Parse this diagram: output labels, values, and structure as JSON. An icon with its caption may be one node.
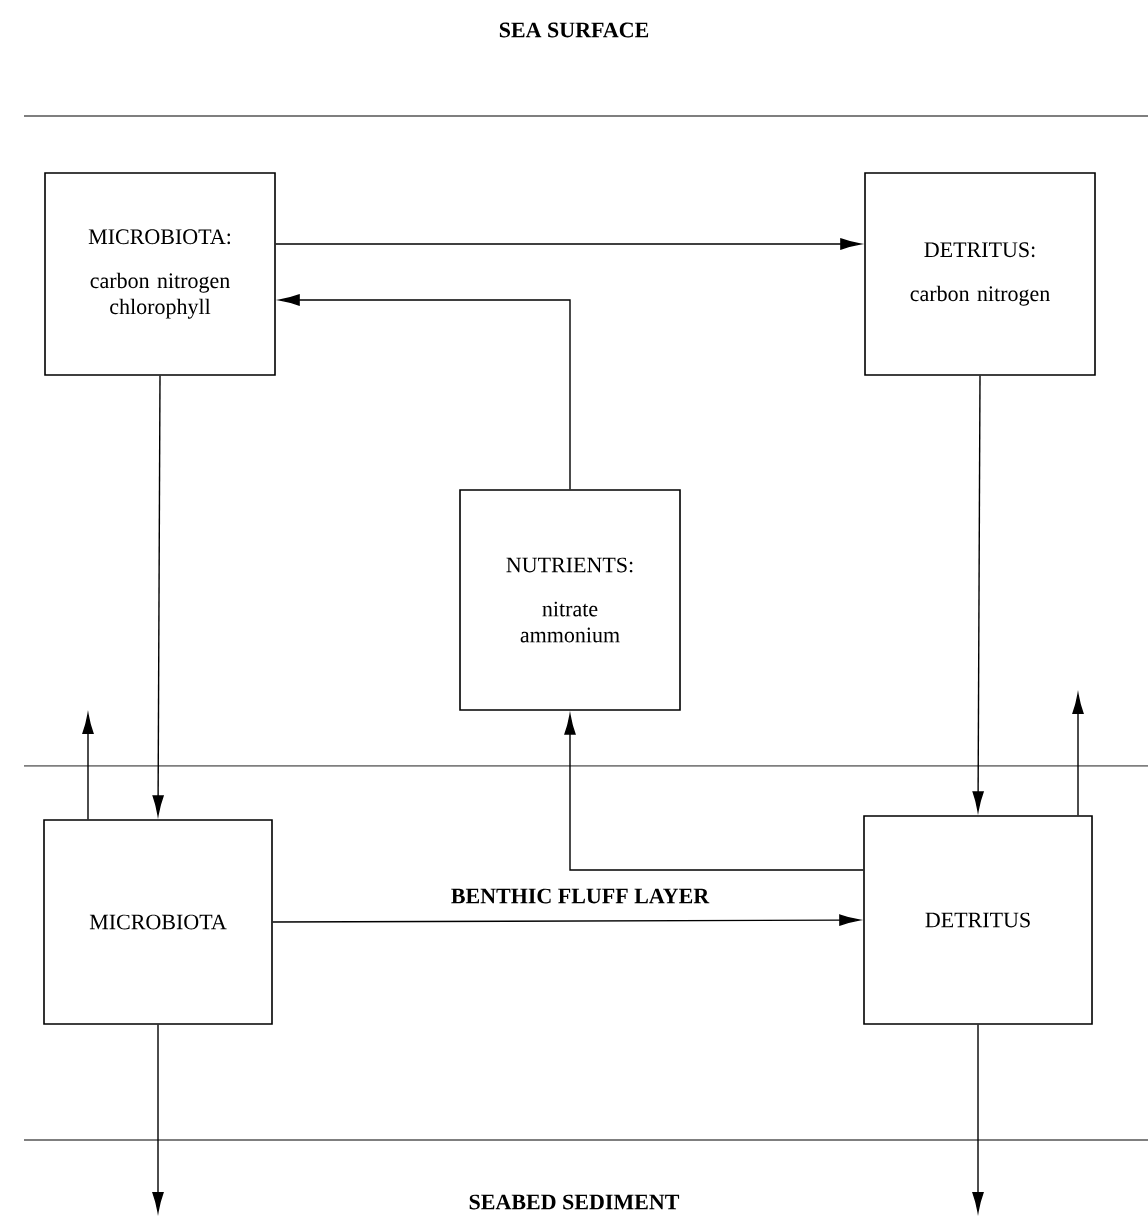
{
  "diagram": {
    "nodes": [
      {
        "text": [
          "MICROBIOTA:",
          "carbon nitrogen chlorophyll"
        ]
      },
      {
        "text": [
          "DETRITUS:",
          "carbon nitrogen"
        ]
      },
      {
        "text": [
          "NUTRIENTS:",
          "nitrate ammonium"
        ]
      },
      {
        "text": [
          "MICROBIOTA"
        ]
      },
      {
        "text": [
          "DETRITUS"
        ]
      }
    ],
    "edges": [
      {
        "from": 0,
        "to": 1,
        "arrow": "to"
      },
      {
        "from": 2,
        "to": 0,
        "arrow": "to"
      },
      {
        "from": 0,
        "to": 3,
        "arrow": "to"
      },
      {
        "from": 1,
        "to": 4,
        "arrow": "to"
      },
      {
        "from": 3,
        "to": 4,
        "arrow": "to"
      },
      {
        "from": 4,
        "to": 2,
        "arrow": "to"
      },
      {
        "from": 3,
        "to": null,
        "arrow": "to"
      },
      {
        "from": 4,
        "to": null,
        "arrow": "to"
      },
      {
        "from": 3,
        "to": null,
        "arrow": "to"
      },
      {
        "from": 4,
        "to": null,
        "arrow": "to"
      }
    ],
    "labels": [
      "SEA SURFACE",
      "BENTHIC FLUFF LAYER",
      "SEABED SEDIMENT"
    ]
  }
}
